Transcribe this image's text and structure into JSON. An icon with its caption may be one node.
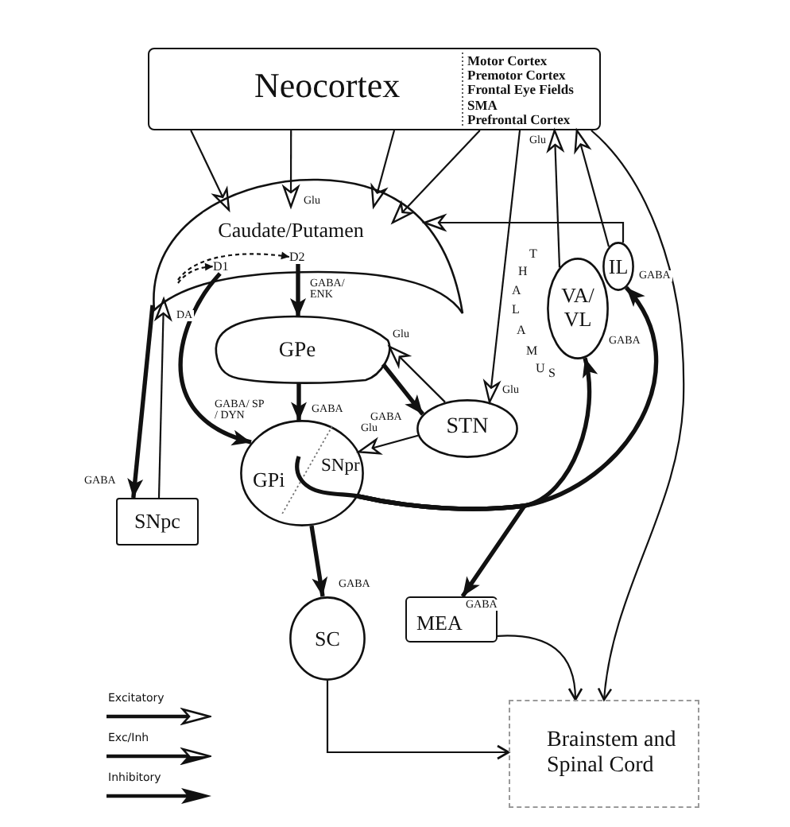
{
  "diagram": {
    "nodes": [
      {
        "text": [
          "Neocortex",
          "Motor Cortex",
          "Premotor Cortex",
          "Frontal Eye Fields",
          "SMA",
          "Prefrontal Cortex"
        ]
      },
      {
        "text": [
          "Caudate/Putamen"
        ]
      },
      {
        "text": [
          "D1"
        ],
        "in": 1
      },
      {
        "text": [
          "D2"
        ],
        "in": 1
      },
      {
        "text": [
          "IL"
        ]
      },
      {
        "text": [
          "VA/ VL"
        ]
      },
      {
        "text": [
          "GPe"
        ]
      },
      {
        "text": [
          "STN"
        ]
      },
      {
        "text": [
          "GPi",
          "SNpr"
        ]
      },
      {
        "text": [
          "SNpc"
        ]
      },
      {
        "text": [
          "SC"
        ]
      },
      {
        "text": [
          "MEA"
        ]
      },
      {
        "text": [
          "Brainstem and Spinal Cord"
        ]
      }
    ],
    "edges": [
      {
        "from": 0,
        "to": 1,
        "arrow": "to"
      },
      {
        "from": 0,
        "to": 1,
        "arrow": "to",
        "label": "Glu"
      },
      {
        "from": 0,
        "to": 1,
        "arrow": "to"
      },
      {
        "from": 0,
        "to": 1,
        "arrow": "to"
      },
      {
        "from": 0,
        "to": 7,
        "arrow": "to",
        "label": "Glu"
      },
      {
        "from": 5,
        "to": 0,
        "arrow": "to",
        "label": "Glu"
      },
      {
        "from": 4,
        "to": 0,
        "arrow": "to"
      },
      {
        "from": 4,
        "to": 1,
        "arrow": "to"
      },
      {
        "from": 0,
        "to": 12,
        "arrow": "to"
      },
      {
        "from": null,
        "to": 2,
        "arrow": "to",
        "style": "dashed"
      },
      {
        "from": null,
        "to": 3,
        "arrow": "to",
        "style": "dashed"
      },
      {
        "from": 3,
        "to": 6,
        "arrow": "to",
        "label": "GABA/ ENK",
        "style": "thick"
      },
      {
        "from": 2,
        "to": 8,
        "arrow": "to",
        "label": "GABA/ SP / DYN",
        "style": "thick"
      },
      {
        "from": 6,
        "to": 8,
        "arrow": "to",
        "label": "GABA",
        "style": "thick"
      },
      {
        "from": 6,
        "to": 7,
        "arrow": "to",
        "label": "GABA",
        "style": "thick"
      },
      {
        "from": 7,
        "to": 6,
        "arrow": "to",
        "label": "Glu"
      },
      {
        "from": 7,
        "to": 8,
        "arrow": "to",
        "label": "Glu"
      },
      {
        "from": 1,
        "to": 9,
        "arrow": "to",
        "label": "GABA",
        "style": "thick"
      },
      {
        "from": 9,
        "to": 1,
        "arrow": "to",
        "label": "DA"
      },
      {
        "from": 8,
        "to": 10,
        "arrow": "to",
        "label": "GABA",
        "style": "thick"
      },
      {
        "from": 8,
        "to": 11,
        "arrow": "to",
        "label": "GABA",
        "style": "thick"
      },
      {
        "from": 8,
        "to": 5,
        "arrow": "to",
        "label": "GABA",
        "style": "thick"
      },
      {
        "from": 8,
        "to": 4,
        "arrow": "to",
        "label": "GABA",
        "style": "thick"
      },
      {
        "from": 10,
        "to": 12,
        "arrow": "to"
      },
      {
        "from": 11,
        "to": 12,
        "arrow": "to"
      }
    ],
    "labels": [
      "THALAMUS"
    ],
    "legend": [
      {
        "text": "Excitatory"
      },
      {
        "text": "Exc/Inh"
      },
      {
        "text": "Inhibitory"
      }
    ]
  }
}
